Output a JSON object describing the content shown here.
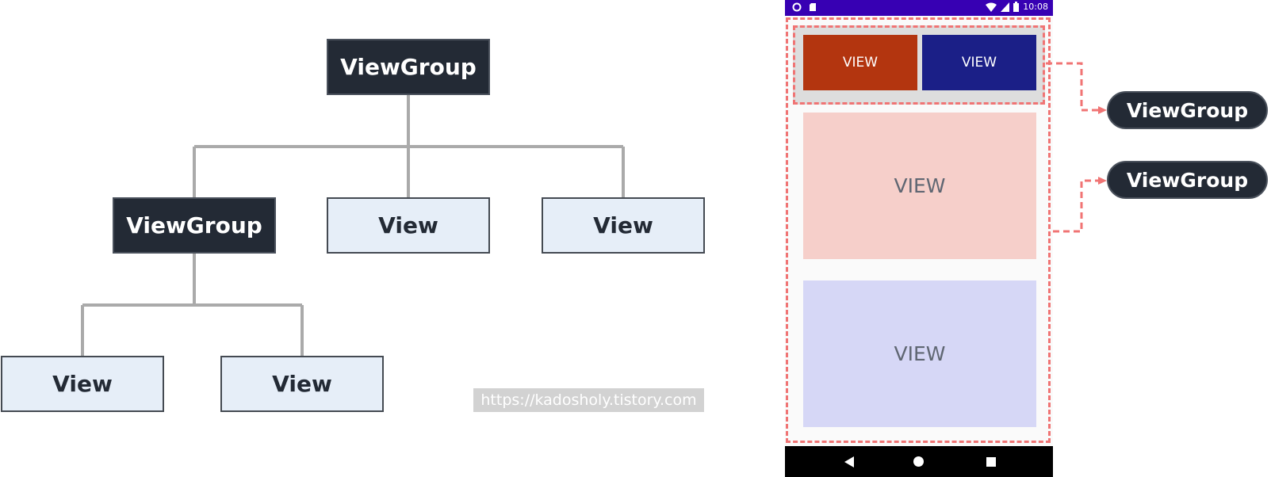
{
  "tree": {
    "root": "ViewGroup",
    "child_group": "ViewGroup",
    "child_view_1": "View",
    "child_view_2": "View",
    "grandchild_view_1": "View",
    "grandchild_view_2": "View"
  },
  "watermark": "https://kadosholy.tistory.com",
  "phone": {
    "status_time": "10:08",
    "button_left": "VIEW",
    "button_right": "VIEW",
    "box_top": "VIEW",
    "box_bottom": "VIEW"
  },
  "callouts": {
    "label_1": "ViewGroup",
    "label_2": "ViewGroup"
  },
  "colors": {
    "group_node": "#232a35",
    "view_node": "#e6eef8",
    "connector_line": "#aaaaaa",
    "dashed_frame": "#f07474",
    "status_bar": "#3700b3",
    "button_orange": "#b3350f",
    "button_navy": "#1b1f87",
    "box_pink": "#f6cfca",
    "box_lavender": "#d6d7f6"
  },
  "icons": [
    "circle-icon",
    "sd-card-icon",
    "wifi-icon",
    "signal-icon",
    "battery-icon",
    "back-icon",
    "home-icon",
    "recents-icon"
  ]
}
